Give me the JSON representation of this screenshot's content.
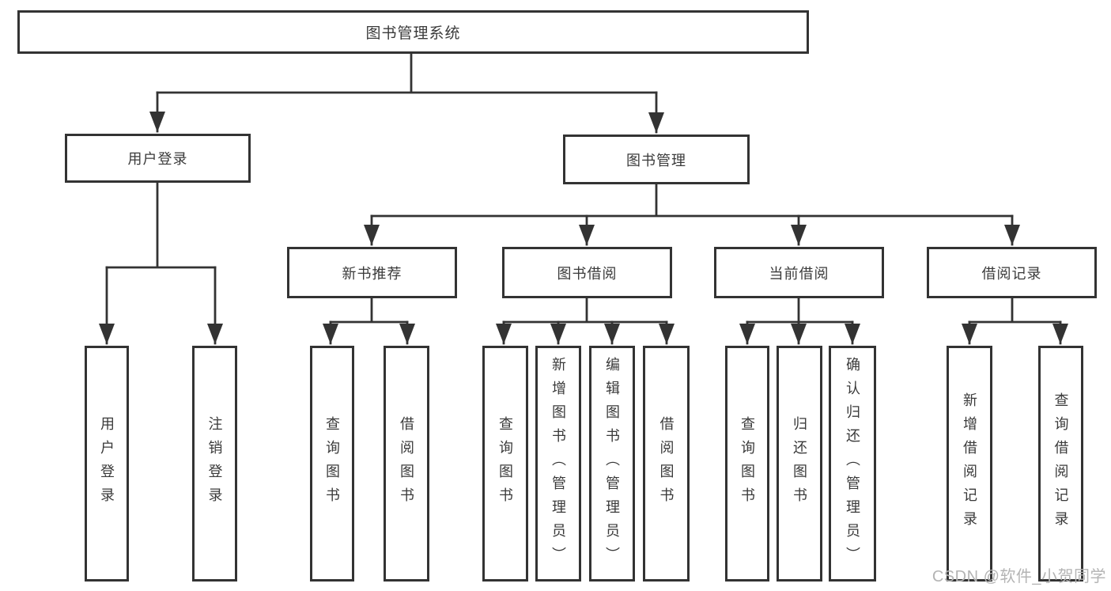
{
  "diagram": {
    "title": "图书管理系统",
    "tree": {
      "label": "图书管理系统",
      "children": [
        {
          "label": "用户登录",
          "children": [
            {
              "label": "用户登录"
            },
            {
              "label": "注销登录"
            }
          ]
        },
        {
          "label": "图书管理",
          "children": [
            {
              "label": "新书推荐",
              "children": [
                {
                  "label": "查询图书"
                },
                {
                  "label": "借阅图书"
                }
              ]
            },
            {
              "label": "图书借阅",
              "children": [
                {
                  "label": "查询图书"
                },
                {
                  "label": "新增图书（管理员）"
                },
                {
                  "label": "编辑图书（管理员）"
                },
                {
                  "label": "借阅图书"
                }
              ]
            },
            {
              "label": "当前借阅",
              "children": [
                {
                  "label": "查询图书"
                },
                {
                  "label": "归还图书"
                },
                {
                  "label": "确认归还（管理员）"
                }
              ]
            },
            {
              "label": "借阅记录",
              "children": [
                {
                  "label": "新增借阅记录"
                },
                {
                  "label": "查询借阅记录"
                }
              ]
            }
          ]
        }
      ]
    }
  },
  "watermark": {
    "text": "CSDN @软件_小贺同学"
  },
  "colors": {
    "line": "#333333",
    "border": "#333333",
    "fill": "#ffffff",
    "text": "#3a3a3a",
    "watermark": "#b4b4b4",
    "background": "#ffffff"
  }
}
